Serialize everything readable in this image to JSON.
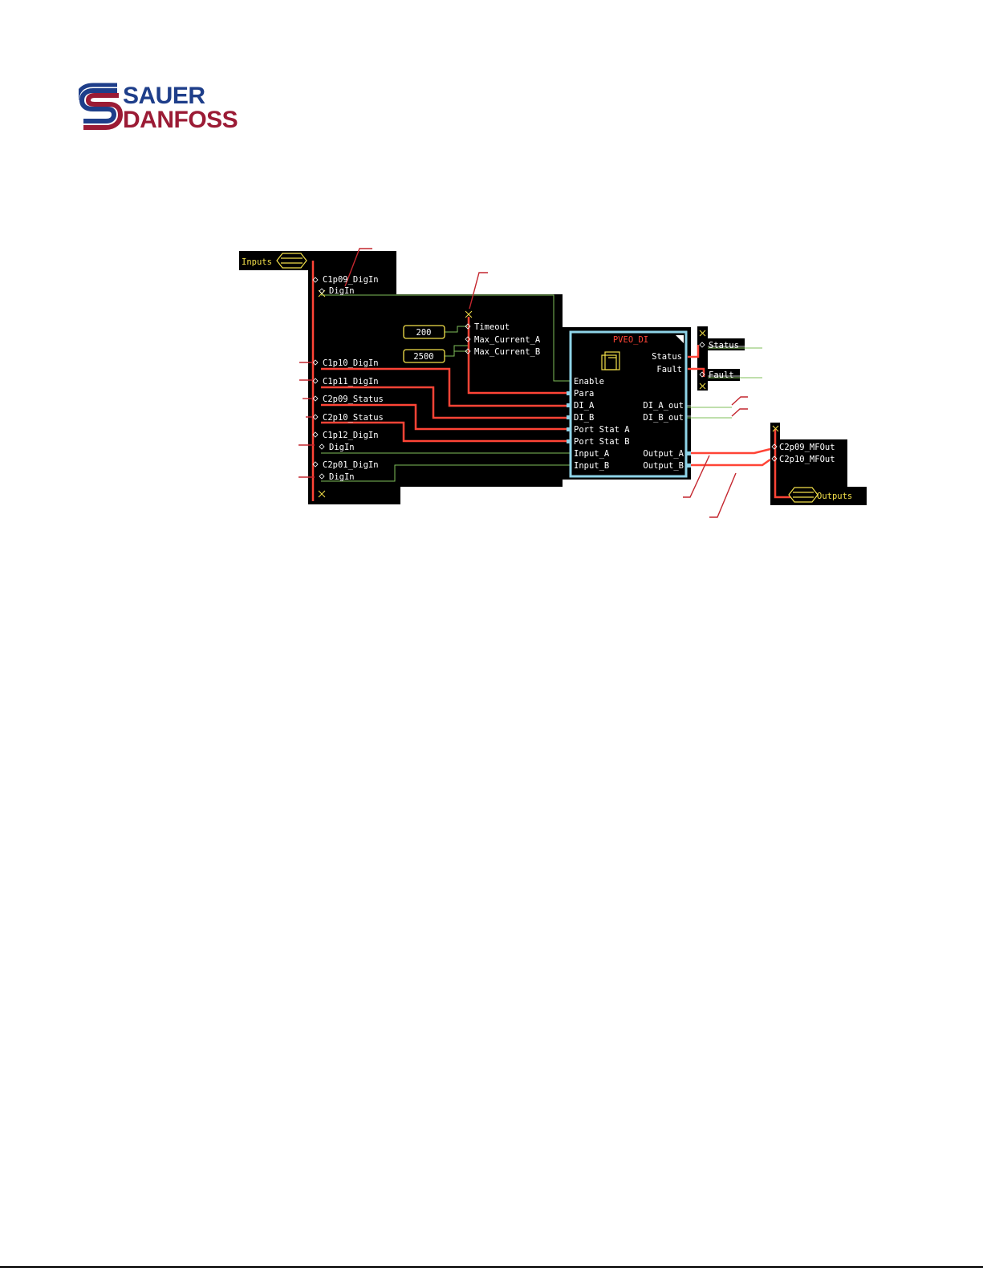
{
  "logo": {
    "line1": "SAUER",
    "line2": "DANFOSS",
    "colors": {
      "blue": "#1e3e8a",
      "red": "#9b1b35"
    }
  },
  "diagram": {
    "function_block": {
      "title": "PVEO_DI",
      "inputs": [
        "Enable",
        "Para",
        "DI_A",
        "DI_B",
        "Port Stat A",
        "Port Stat B",
        "Input_A",
        "Input_B"
      ],
      "outputs": [
        "Status",
        "Fault",
        "DI_A_out",
        "DI_B_out",
        "Output_A",
        "Output_B"
      ]
    },
    "input_bus": "Inputs",
    "output_bus": "Outputs",
    "input_signals": [
      "C1p09_DigIn",
      "DigIn",
      "C1p10_DigIn",
      "C1p11_DigIn",
      "C2p09_Status",
      "C2p10_Status",
      "C1p12_DigIn",
      "DigIn",
      "C2p01_DigIn",
      "DigIn"
    ],
    "param_signals": [
      "Timeout",
      "Max_Current_A",
      "Max_Current_B"
    ],
    "constants": [
      "200",
      "2500"
    ],
    "output_signals": [
      "Status",
      "Fault",
      "C2p09_MFOut",
      "C2p10_MFOut"
    ]
  }
}
